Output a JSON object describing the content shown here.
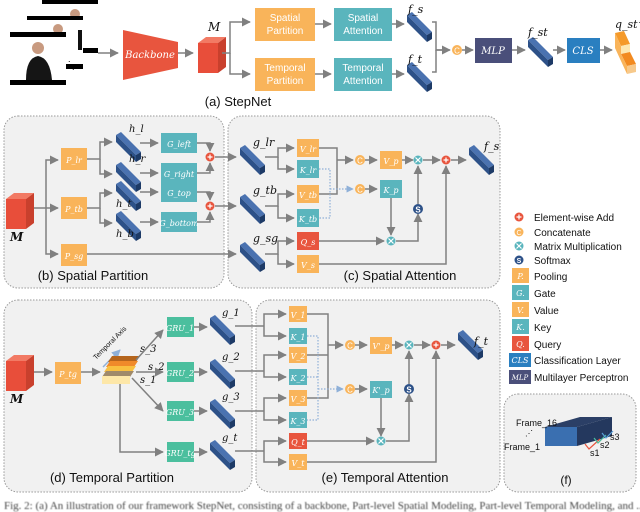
{
  "colors": {
    "orange_box": "#f9b45a",
    "teal_box": "#5ab5bd",
    "green_gru": "#4bbf9e",
    "red_query": "#e8553e",
    "feature_bar": "#2d5188",
    "mlp": "#4a4f7a",
    "cls": "#2a7fc0",
    "arrow": "#808080",
    "panel_bg": "#f1f1f1",
    "panel_border": "#999999",
    "cube": "#e84e3a"
  },
  "a": {
    "title": "(a) StepNet",
    "backbone": "Backbone",
    "m": "M",
    "spatial_partition": [
      "Spatial",
      "Partition"
    ],
    "temporal_partition": [
      "Temporal",
      "Partition"
    ],
    "spatial_attention": [
      "Spatial",
      "Attention"
    ],
    "temporal_attention": [
      "Temporal",
      "Attention"
    ],
    "fs": "f_s",
    "ft": "f_t",
    "concat": "C",
    "mlp": "MLP",
    "fst": "f_st",
    "cls": "CLS",
    "q": "q_st^rgb"
  },
  "b": {
    "title": "(b) Spatial Partition",
    "m": "M",
    "pools": [
      "P_lr",
      "P_tb",
      "P_sg"
    ],
    "h": [
      "h_l",
      "h_r",
      "h_t",
      "h_b"
    ],
    "gates": [
      "G_left",
      "G_right",
      "G_top",
      "G_bottom"
    ]
  },
  "c": {
    "title": "(c) Spatial Attention",
    "g": [
      "g_lr",
      "g_tb",
      "g_sg"
    ],
    "values": [
      "V_lr",
      "V_tb",
      "V_s",
      "V_p"
    ],
    "keys": [
      "K_lr",
      "K_tb",
      "K_p"
    ],
    "query": "Q_s",
    "softmax": "S",
    "concat": "C",
    "out": "f_s"
  },
  "d": {
    "title": "(d) Temporal Partition",
    "m": "M",
    "pool": "P_tg",
    "axis": "Temporal Axis",
    "s": [
      "s_3",
      "s_2",
      "s_1"
    ],
    "grus": [
      "GRU_1",
      "GRU_2",
      "GRU_3",
      "GRU_tg"
    ],
    "g": [
      "g_1",
      "g_2",
      "g_3",
      "g_t"
    ]
  },
  "e": {
    "title": "(e) Temporal Attention",
    "values": [
      "V_1",
      "V_2",
      "V_3",
      "V_t",
      "V'_p"
    ],
    "keys": [
      "K_1",
      "K_2",
      "K_3",
      "K'_p"
    ],
    "query": "Q_t",
    "softmax": "S",
    "concat": "C",
    "out": "f_t"
  },
  "legend": [
    {
      "sym": "add",
      "label": "Element-wise Add"
    },
    {
      "sym": "concat",
      "label": "Concatenate"
    },
    {
      "sym": "matmul",
      "label": "Matrix Multiplication"
    },
    {
      "sym": "softmax",
      "label": "Softmax"
    },
    {
      "sym": "P.",
      "label": "Pooling",
      "color": "#f9b45a"
    },
    {
      "sym": "G.",
      "label": "Gate",
      "color": "#5ab5bd"
    },
    {
      "sym": "V.",
      "label": "Value",
      "color": "#f9b45a"
    },
    {
      "sym": "K.",
      "label": "Key",
      "color": "#5ab5bd"
    },
    {
      "sym": "Q.",
      "label": "Query",
      "color": "#e8553e"
    },
    {
      "sym": "CLS",
      "label": "Classification Layer",
      "color": "#2a7fc0"
    },
    {
      "sym": "MLP",
      "label": "Multilayer Perceptron",
      "color": "#4a4f7a"
    }
  ],
  "f": {
    "title": "(f)",
    "frame_top": "Frame_16",
    "frame_bottom": "Frame_1",
    "s": [
      "s1",
      "s2",
      "s3"
    ]
  },
  "caption": "Fig. 2: (a) An illustration of our framework StepNet, consisting of a backbone, Part-level Spatial Modeling, Part-level Temporal Modeling, and ..."
}
